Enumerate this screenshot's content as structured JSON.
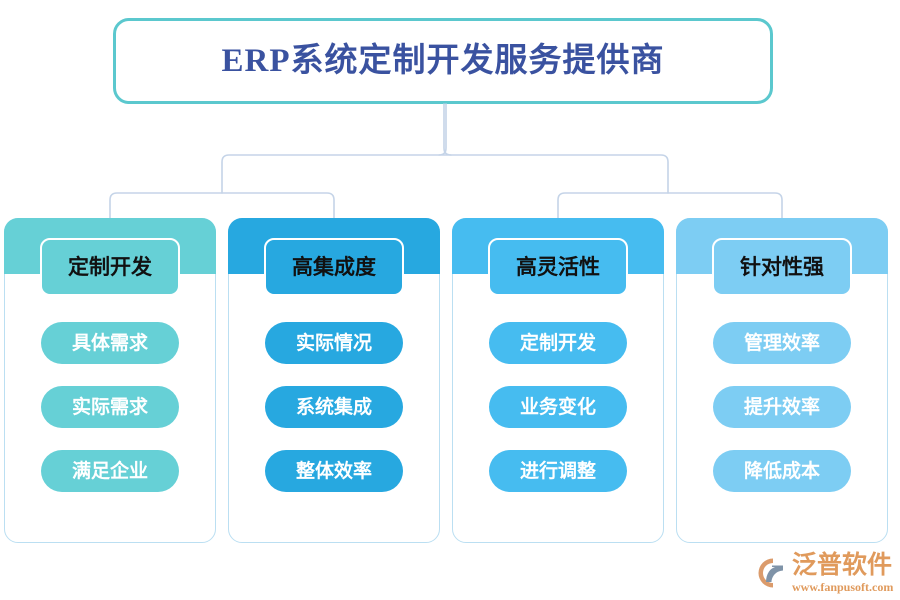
{
  "title": {
    "text": "ERP系统定制开发服务提供商",
    "border_color": "#5BC8CE",
    "text_color": "#3A52A0"
  },
  "connector": {
    "line_color": "#C5D4E8"
  },
  "columns": [
    {
      "header": "定制开发",
      "color": "#66D0D6",
      "items": [
        "具体需求",
        "实际需求",
        "满足企业"
      ]
    },
    {
      "header": "高集成度",
      "color": "#27A8E0",
      "items": [
        "实际情况",
        "系统集成",
        "整体效率"
      ]
    },
    {
      "header": "高灵活性",
      "color": "#46BCF0",
      "items": [
        "定制开发",
        "业务变化",
        "进行调整"
      ]
    },
    {
      "header": "针对性强",
      "color": "#7DCDF3",
      "items": [
        "管理效率",
        "提升效率",
        "降低成本"
      ]
    }
  ],
  "logo": {
    "name": "泛普软件",
    "url": "www.fanpusoft.com",
    "mark_outer_color": "#DB9B6B",
    "mark_inner_color": "#7F93A8",
    "text_color": "#E09A5C"
  }
}
